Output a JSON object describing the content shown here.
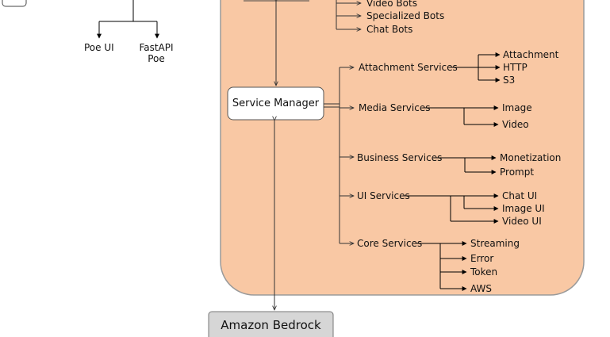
{
  "colors": {
    "panel_fill": "#f9c8a4",
    "panel_stroke": "#9a9a9a",
    "node_fill": "#ffffff",
    "bedrock_fill": "#d6d6d6",
    "line": "#000000"
  },
  "left_branch": {
    "poe_ui": "Poe UI",
    "fastapi_poe_line1": "FastAPI",
    "fastapi_poe_line2": "Poe"
  },
  "bots": [
    "Video Bots",
    "Specialized Bots",
    "Chat Bots"
  ],
  "service_manager": "Service Manager",
  "services": {
    "attachment": {
      "label": "Attachment Services",
      "children": [
        "Attachment",
        "HTTP",
        "S3"
      ]
    },
    "media": {
      "label": "Media Services",
      "children": [
        "Image",
        "Video"
      ]
    },
    "business": {
      "label": "Business Services",
      "children": [
        "Monetization",
        "Prompt"
      ]
    },
    "ui": {
      "label": "UI Services",
      "children": [
        "Chat UI",
        "Image UI",
        "Video UI"
      ]
    },
    "core": {
      "label": "Core Services",
      "children": [
        "Streaming",
        "Error",
        "Token",
        "AWS"
      ]
    }
  },
  "amazon_bedrock": "Amazon Bedrock"
}
